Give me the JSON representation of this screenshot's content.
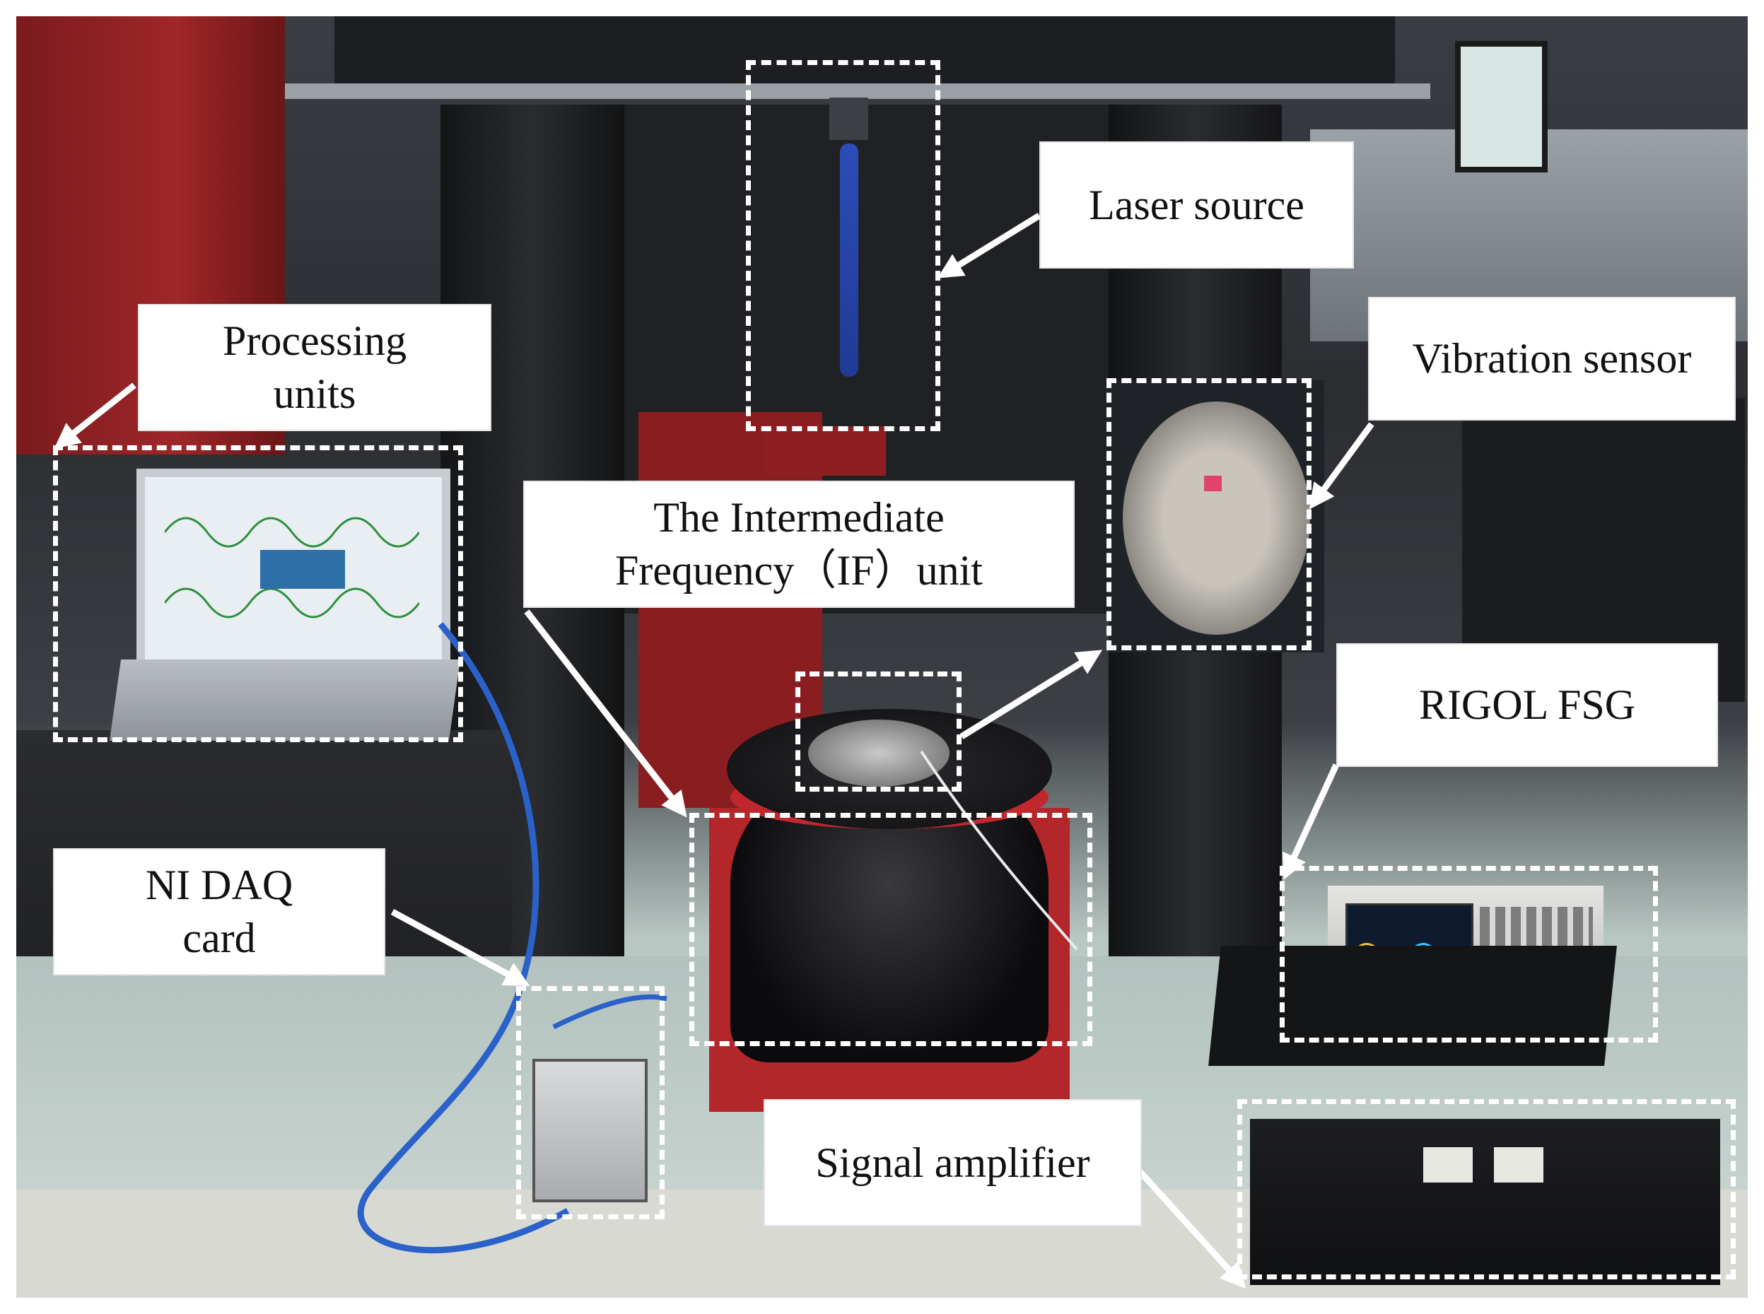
{
  "labels": {
    "laser_source": "Laser source",
    "processing_units_line1": "Processing",
    "processing_units_line2": "units",
    "vibration_sensor": "Vibration sensor",
    "if_unit_line1": "The Intermediate",
    "if_unit_line2": "Frequency（IF）unit",
    "rigol_fsg": "RIGOL FSG",
    "ni_daq_line1": "NI DAQ",
    "ni_daq_line2": "card",
    "signal_amplifier": "Signal amplifier"
  },
  "colors": {
    "annotation": "#ffffff",
    "label_text": "#111111",
    "shaker_red": "#b3262a",
    "floor": "#c9d5d1",
    "cable_blue": "#2a62c9"
  }
}
